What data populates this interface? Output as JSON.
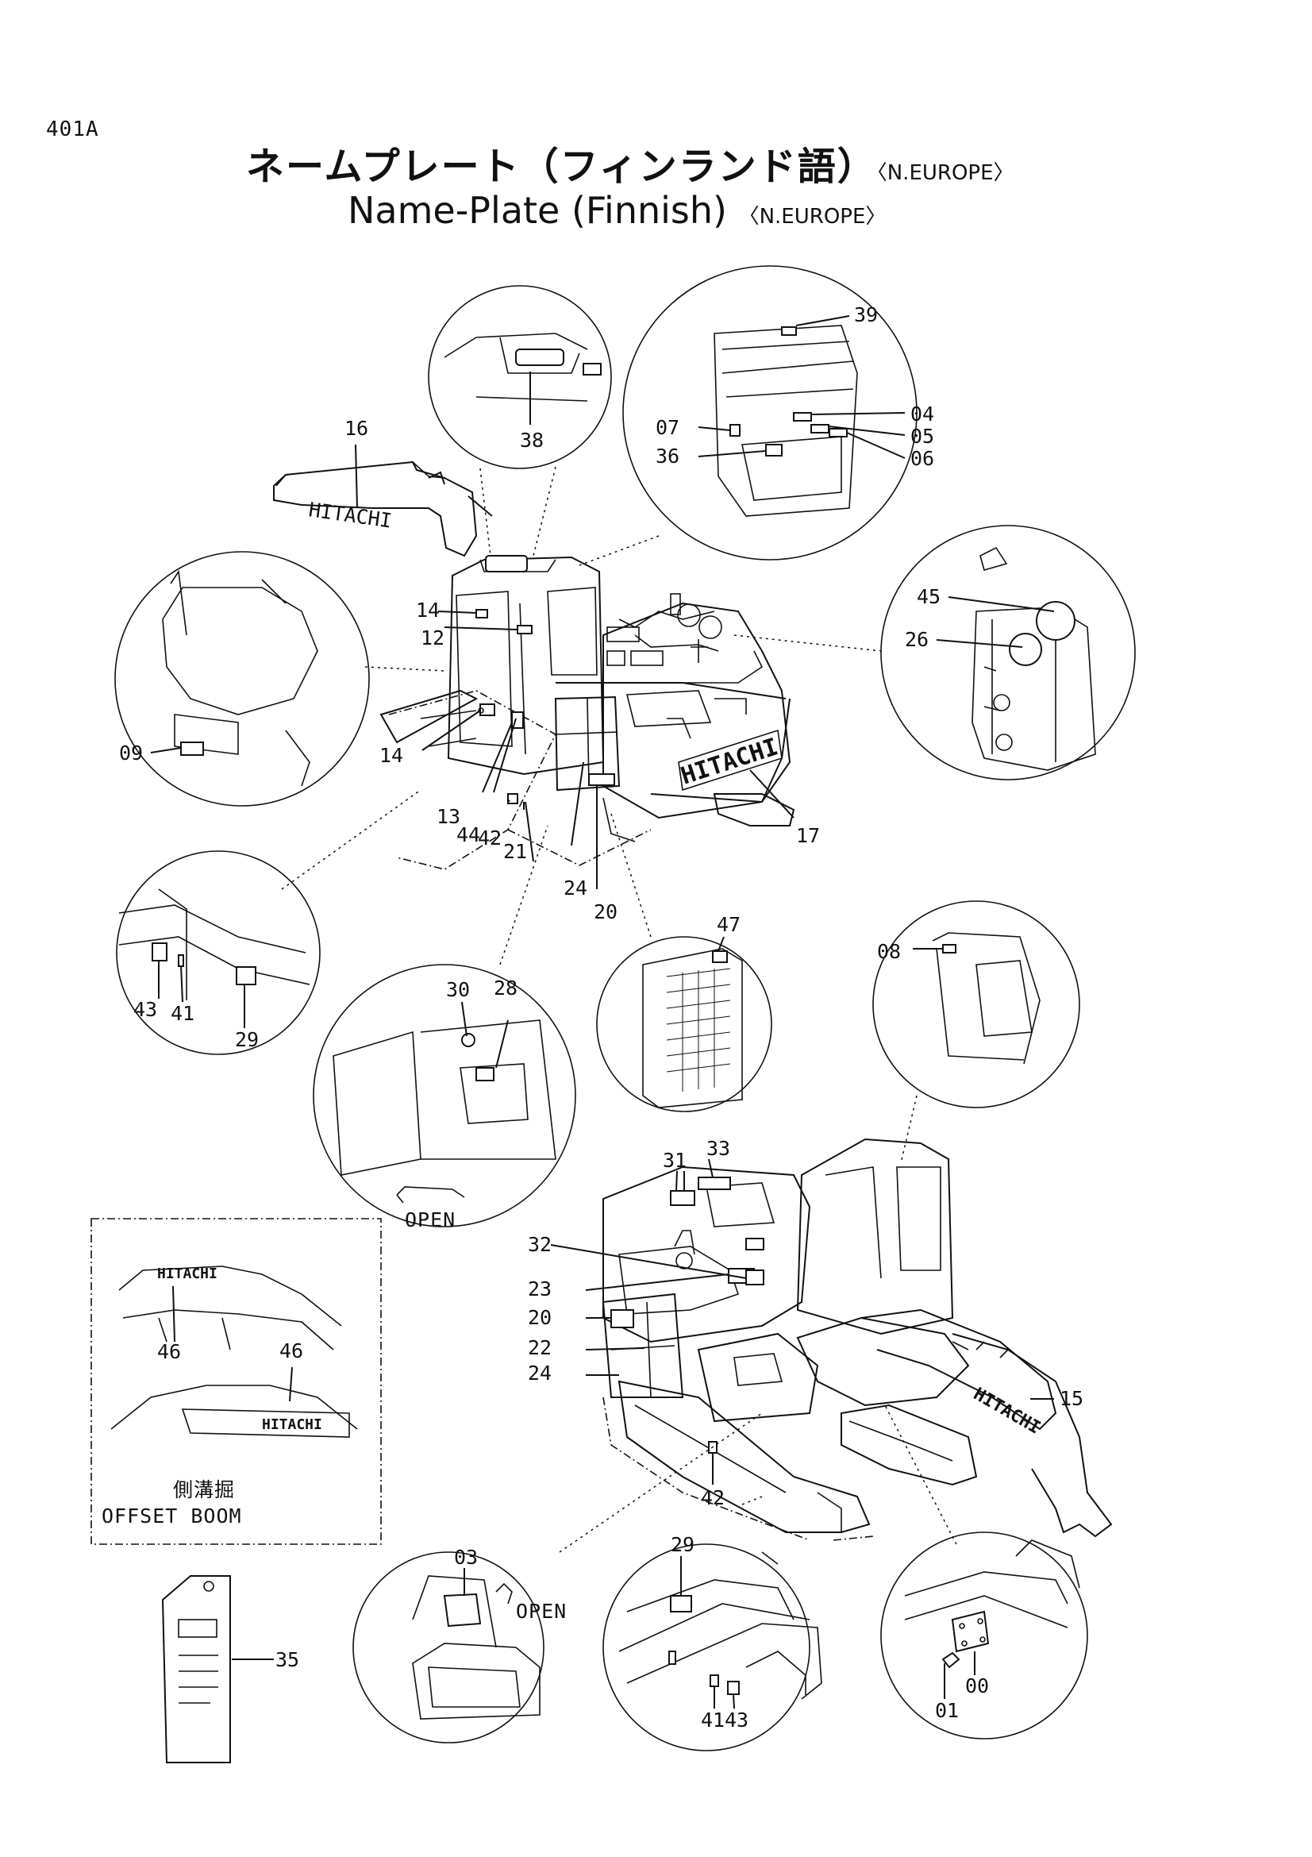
{
  "header": {
    "page_code": "401A",
    "title_jp": "ネームプレート（フィンランド語）",
    "title_en": "Name-Plate (Finnish)",
    "region": "〈N.EUROPE〉"
  },
  "callouts": [
    "16",
    "38",
    "39",
    "07",
    "04",
    "05",
    "36",
    "06",
    "14",
    "12",
    "45",
    "26",
    "09",
    "14",
    "13",
    "44",
    "42",
    "21",
    "24",
    "20",
    "17",
    "47",
    "30",
    "28",
    "08",
    "43",
    "41",
    "29",
    "31",
    "33",
    "32",
    "23",
    "20",
    "22",
    "24",
    "15",
    "46",
    "46",
    "42",
    "03",
    "29",
    "35",
    "41",
    "43",
    "01",
    "00"
  ],
  "notes": {
    "open_1": "OPEN",
    "open_2": "OPEN",
    "offset_jp": "側溝掘",
    "offset_en": "OFFSET BOOM"
  },
  "markings": {
    "hitachi_boom_top": "HITACHI",
    "hitachi_counterweight": "HITACHI",
    "hitachi_boom_bottom": "HITACHI",
    "hitachi_offset_1": "HITACHI",
    "hitachi_offset_2": "HITACHI"
  }
}
